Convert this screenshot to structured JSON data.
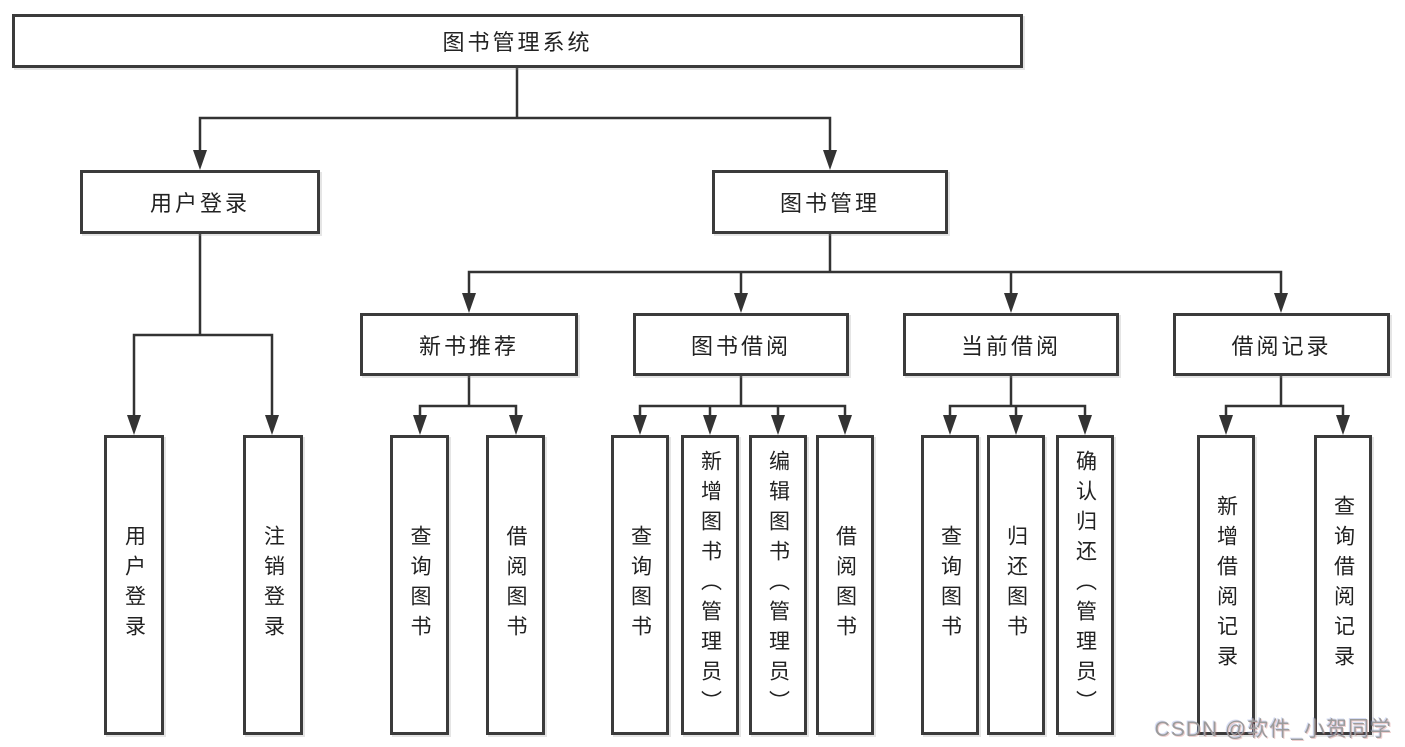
{
  "nodes": {
    "root": {
      "label": "图书管理系统"
    },
    "level2": [
      {
        "label": "用户登录"
      },
      {
        "label": "图书管理"
      }
    ],
    "level3": [
      {
        "label": "新书推荐"
      },
      {
        "label": "图书借阅"
      },
      {
        "label": "当前借阅"
      },
      {
        "label": "借阅记录"
      }
    ],
    "leaves": [
      {
        "label": "用户登录"
      },
      {
        "label": "注销登录"
      },
      {
        "label": "查询图书"
      },
      {
        "label": "借阅图书"
      },
      {
        "label": "查询图书"
      },
      {
        "label": "新增图书（管理员）"
      },
      {
        "label": "编辑图书（管理员）"
      },
      {
        "label": "借阅图书"
      },
      {
        "label": "查询图书"
      },
      {
        "label": "归还图书"
      },
      {
        "label": "确认归还（管理员）"
      },
      {
        "label": "新增借阅记录"
      },
      {
        "label": "查询借阅记录"
      }
    ]
  },
  "watermark": "CSDN @软件_小贺同学",
  "colors": {
    "line": "#333333",
    "border": "#3b3b3b",
    "text": "#222222",
    "background": "#ffffff",
    "watermark": "#9b9b9b"
  }
}
